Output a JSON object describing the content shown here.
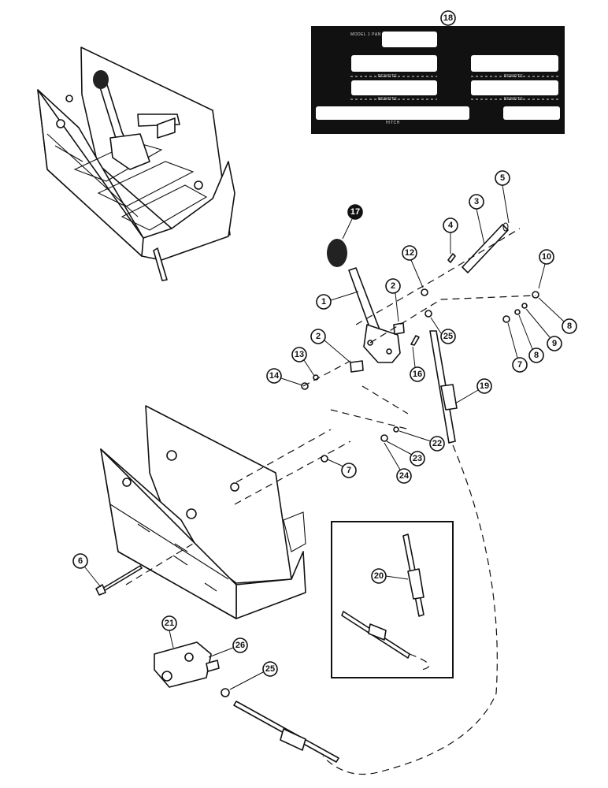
{
  "decal": {
    "labels": [
      "MODEL 1 P&N",
      "REMOTE",
      "REMOTE",
      "REMOTE",
      "REMOTE",
      "HITCH"
    ]
  },
  "callouts": [
    "1",
    "2",
    "2",
    "3",
    "4",
    "5",
    "6",
    "7",
    "7",
    "8",
    "8",
    "9",
    "10",
    "12",
    "13",
    "14",
    "16",
    "17",
    "18",
    "19",
    "20",
    "21",
    "22",
    "23",
    "24",
    "25",
    "25",
    "26"
  ]
}
